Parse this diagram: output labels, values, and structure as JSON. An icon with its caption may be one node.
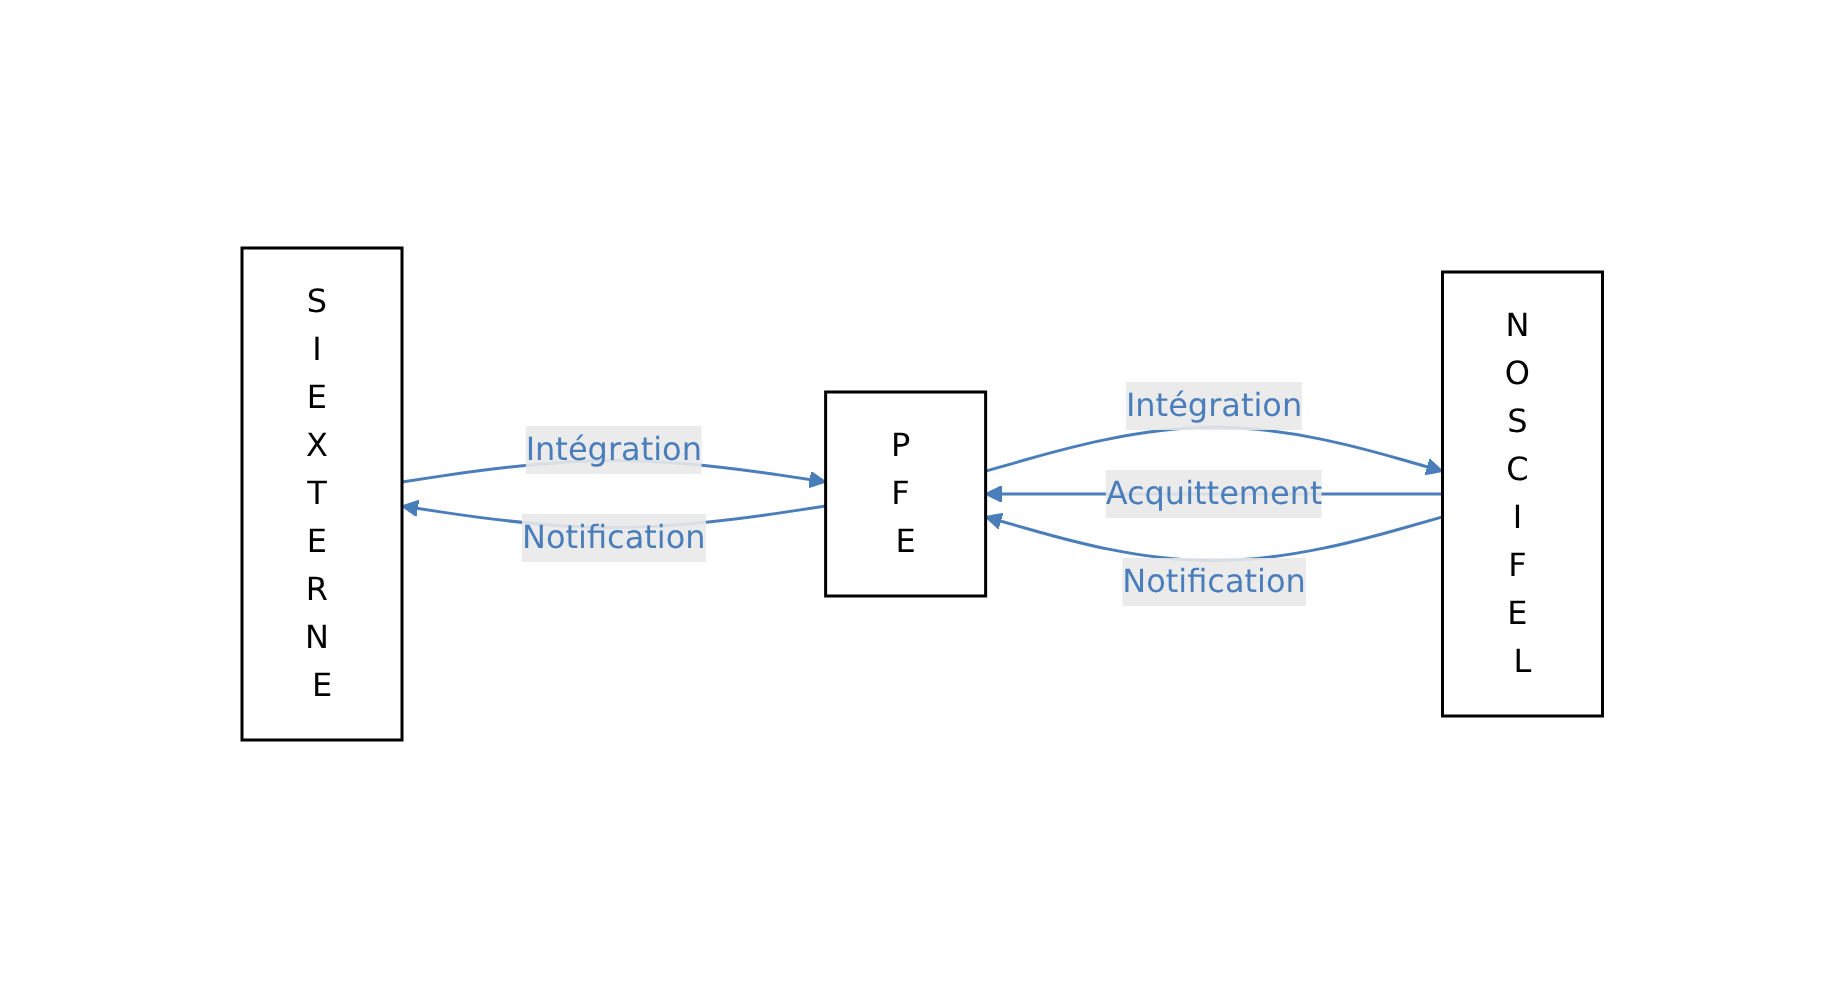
{
  "diagram": {
    "nodes": [
      {
        "text": [
          "S I E X T E R N E"
        ]
      },
      {
        "text": [
          "P F E"
        ]
      },
      {
        "text": [
          "N O S C I F E L"
        ]
      }
    ],
    "edges": [
      {
        "from": 0,
        "to": 1,
        "arrow": "to",
        "label": "Intégration",
        "color": "#4a7ebb"
      },
      {
        "from": 1,
        "to": 2,
        "arrow": "to",
        "label": "Intégration",
        "color": "#4a7ebb"
      },
      {
        "from": 2,
        "to": 1,
        "arrow": "to",
        "label": "Acquittement",
        "color": "#4a7ebb"
      },
      {
        "from": 2,
        "to": 1,
        "arrow": "to",
        "label": "Notification",
        "color": "#4a7ebb"
      },
      {
        "from": 1,
        "to": 0,
        "arrow": "to",
        "label": "Notification",
        "color": "#4a7ebb"
      }
    ]
  }
}
